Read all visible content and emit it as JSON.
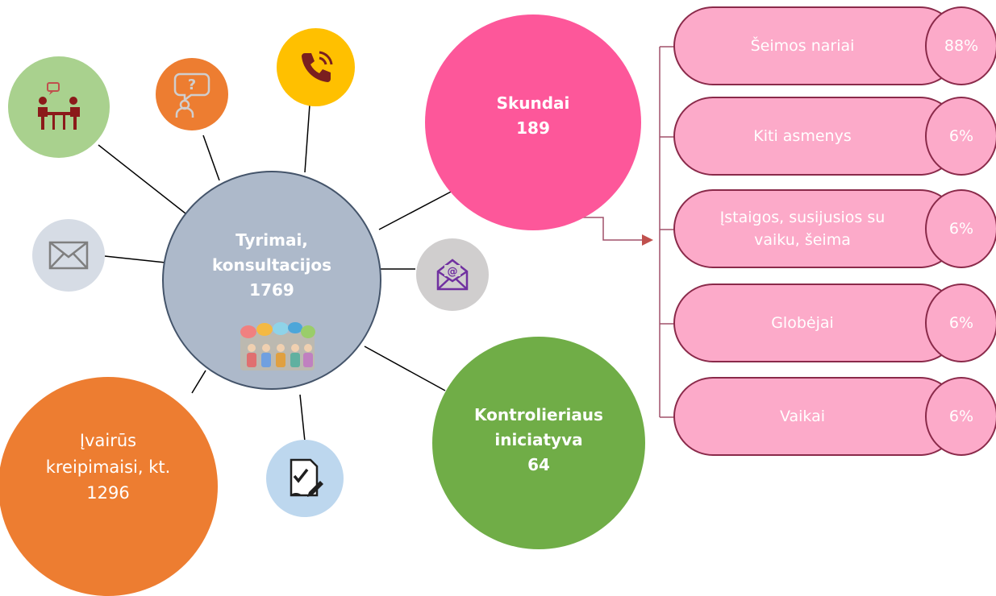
{
  "center": {
    "line1": "Tyrimai,",
    "line2": "konsultacijos",
    "value": "1769"
  },
  "skundai": {
    "label": "Skundai",
    "value": "189"
  },
  "kontrolieriaus": {
    "line1": "Kontrolieriaus",
    "line2": "iniciatyva",
    "value": "64"
  },
  "ivairus": {
    "line1": "Įvairūs",
    "line2": "kreipimaisi, kt.",
    "value": "1296"
  },
  "breakdown": [
    {
      "label": "Šeimos nariai",
      "percent": "88%"
    },
    {
      "label": "Kiti asmenys",
      "percent": "6%"
    },
    {
      "label": "Įstaigos, susijusios su vaiku, šeima",
      "percent": "6%"
    },
    {
      "label": "Globėjai",
      "percent": "6%"
    },
    {
      "label": "Vaikai",
      "percent": "6%"
    }
  ],
  "icons": [
    "meeting-icon",
    "question-person-icon",
    "phone-icon",
    "envelope-icon",
    "email-at-icon",
    "document-sign-icon",
    "speech-bubbles-people-icon"
  ],
  "colors": {
    "center": "#adb9ca",
    "skundai": "#fd579a",
    "kontrolieriaus": "#70ad47",
    "ivairus": "#ed7d31",
    "pill": "#fcaac9",
    "pill_border": "#8a2a4a",
    "meeting": "#a9d18e",
    "question": "#ed7d31",
    "phone": "#ffc000",
    "envelope": "#d6dce5",
    "email": "#d0cece",
    "document": "#bdd7ee"
  }
}
